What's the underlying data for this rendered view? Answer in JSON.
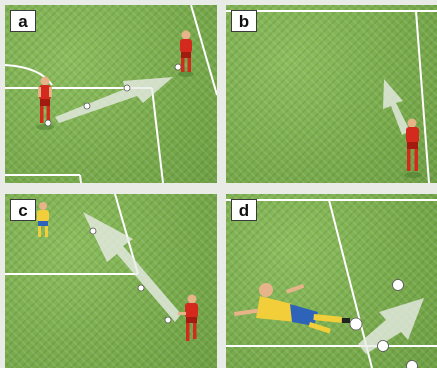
{
  "panels": [
    {
      "id": "a",
      "label": "a"
    },
    {
      "id": "b",
      "label": "b"
    },
    {
      "id": "c",
      "label": "c"
    },
    {
      "id": "d",
      "label": "d"
    }
  ],
  "colors": {
    "pitch": "#7fb052",
    "field_lines": "#ffffff",
    "arrow": "#e9ece6",
    "red_kit": "#d42a1e",
    "yellow_kit": "#f2cf3a",
    "blue_shorts": "#2d63b8"
  }
}
